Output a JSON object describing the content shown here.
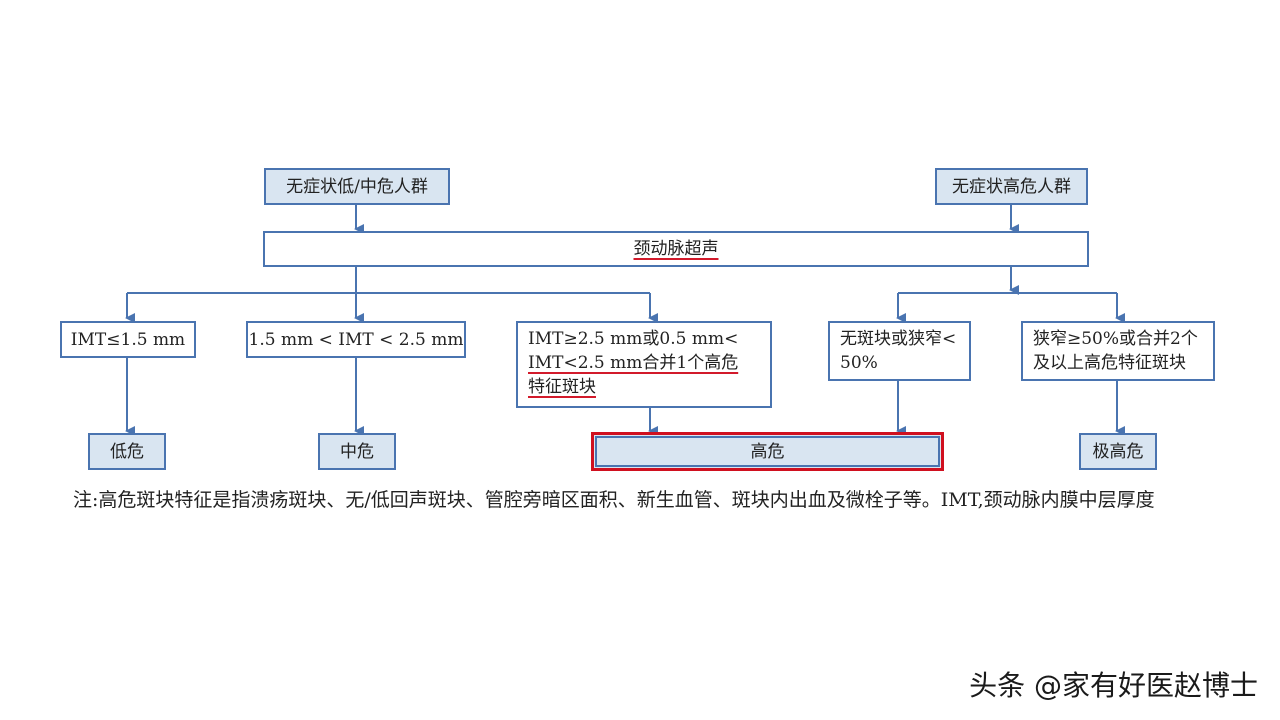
{
  "top": {
    "left_group": "无症状低/中危人群",
    "right_group": "无症状高危人群"
  },
  "ultrasound": "颈动脉超声",
  "criteria": {
    "imt_low": "IMT≤1.5 mm",
    "imt_mid": "1.5 mm < IMT < 2.5 mm",
    "imt_high_line1": "IMT≥2.5 mm或0.5 mm<",
    "imt_high_line2": "IMT<2.5 mm合并1个高危",
    "imt_high_line3": "特征斑块",
    "no_plaque_line1": "无斑块或狭窄<",
    "no_plaque_line2": "50%",
    "stenosis_line1": "狭窄≥50%或合并2个",
    "stenosis_line2": "及以上高危特征斑块"
  },
  "outcomes": {
    "low": "低危",
    "mid": "中危",
    "high": "高危",
    "very_high": "极高危"
  },
  "note": "注:高危斑块特征是指溃疡斑块、无/低回声斑块、管腔旁暗区面积、新生血管、斑块内出血及微栓子等。IMT,颈动脉内膜中层厚度",
  "watermark": "头条 @家有好医赵博士",
  "colors": {
    "border": "#4a74b0",
    "fill": "#d9e5f1",
    "highlight": "#d0101f"
  }
}
